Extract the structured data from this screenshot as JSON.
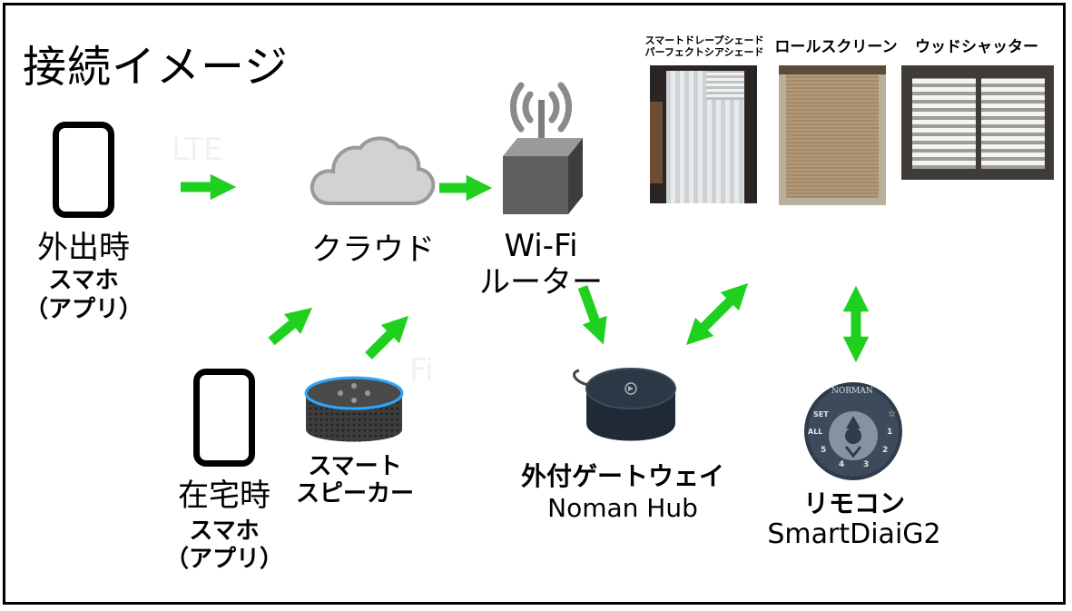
{
  "title": "接続イメージ",
  "nodes": {
    "outside": {
      "label": "外出時",
      "sub1": "スマホ",
      "sub2": "（アプリ）"
    },
    "home": {
      "label": "在宅時",
      "sub1": "スマホ",
      "sub2": "（アプリ）"
    },
    "speaker": {
      "line1": "スマート",
      "line2": "スピーカー"
    },
    "cloud": {
      "label": "クラウド"
    },
    "router": {
      "line1": "Wi-Fi",
      "line2": "ルーター"
    },
    "hub": {
      "line1": "外付ゲートウェイ",
      "line2": "Noman Hub"
    },
    "remote": {
      "line1": "リモコン",
      "line2": "SmartDiaiG2",
      "brand": "NORMAN",
      "keys": [
        "SET",
        "ALL",
        "1",
        "2",
        "3",
        "4",
        "5"
      ]
    }
  },
  "products": [
    {
      "line1": "スマートドレープシェード",
      "line2": "パーフェクトシアシェード"
    },
    {
      "line1": "ロールスクリーン"
    },
    {
      "line1": "ウッドシャッター"
    }
  ],
  "colors": {
    "arrow": "#1fd01f",
    "device": "#2c3846",
    "frame": "#000000"
  }
}
